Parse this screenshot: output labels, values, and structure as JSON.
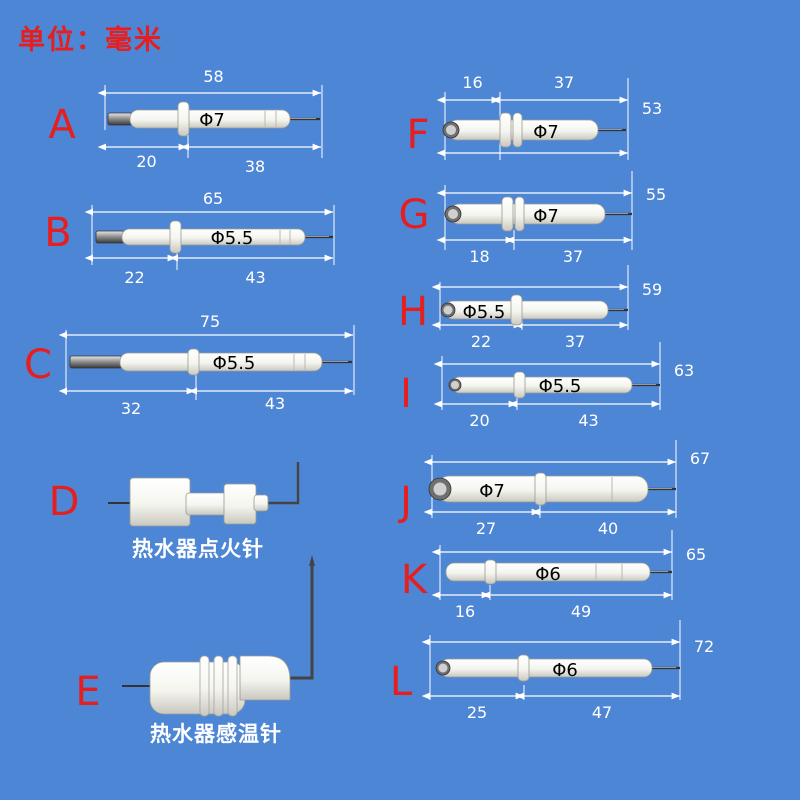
{
  "unit_label": "单位：毫米",
  "captions": {
    "D": "热水器点火针",
    "E": "热水器感温针"
  },
  "colors": {
    "background": "#4e86d6",
    "letter": "#e61e1e",
    "dimension": "#ffffff",
    "ceramic": "#f5f5ef"
  },
  "parts": [
    {
      "id": "A",
      "total": "58",
      "diameter": "Φ7",
      "left": "20",
      "right": "38",
      "style": "flange"
    },
    {
      "id": "B",
      "total": "65",
      "diameter": "Φ5.5",
      "left": "22",
      "right": "43",
      "style": "flange"
    },
    {
      "id": "C",
      "total": "75",
      "diameter": "Φ5.5",
      "left": "32",
      "right": "43",
      "style": "collar"
    },
    {
      "id": "D",
      "style": "ignition"
    },
    {
      "id": "E",
      "style": "sensor"
    },
    {
      "id": "F",
      "total": "53",
      "diameter": "Φ7",
      "left": "16",
      "right": "37",
      "style": "flange-top"
    },
    {
      "id": "G",
      "total": "55",
      "diameter": "Φ7",
      "left": "18",
      "right": "37",
      "style": "flange-top"
    },
    {
      "id": "H",
      "total": "59",
      "diameter": "Φ5.5",
      "left": "22",
      "right": "37",
      "style": "collar"
    },
    {
      "id": "I",
      "total": "63",
      "diameter": "Φ5.5",
      "left": "20",
      "right": "43",
      "style": "collar"
    },
    {
      "id": "J",
      "total": "67",
      "diameter": "Φ7",
      "left": "27",
      "right": "40",
      "style": "taper"
    },
    {
      "id": "K",
      "total": "65",
      "diameter": "Φ6",
      "left": "16",
      "right": "49",
      "style": "collar"
    },
    {
      "id": "L",
      "total": "72",
      "diameter": "Φ6",
      "left": "25",
      "right": "47",
      "style": "collar"
    }
  ]
}
